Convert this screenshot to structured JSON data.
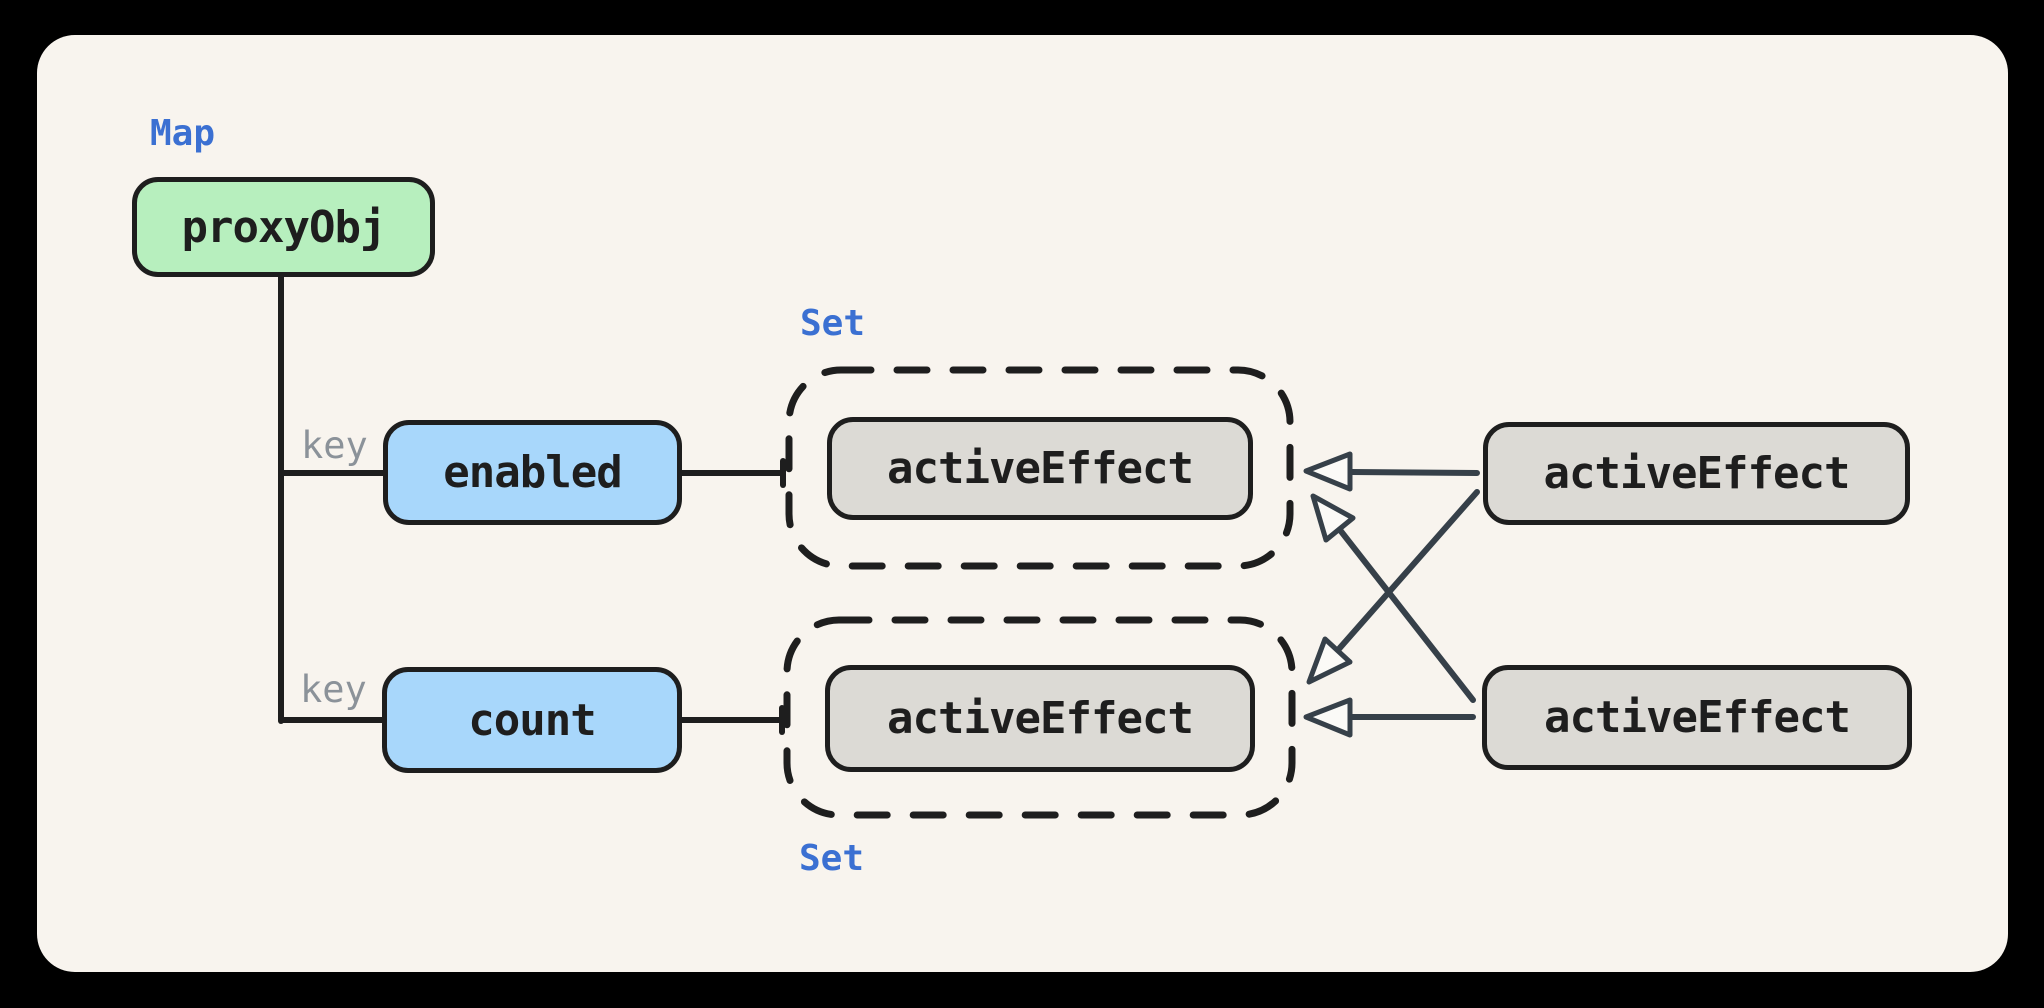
{
  "diagram": {
    "map_label": "Map",
    "set_label_top": "Set",
    "set_label_bottom": "Set",
    "key_label_top": "key",
    "key_label_bottom": "key",
    "nodes": {
      "proxy_obj": {
        "label": "proxyObj",
        "fill": "#b7efbe"
      },
      "key_enabled": {
        "label": "enabled",
        "fill": "#a8d7fb"
      },
      "key_count": {
        "label": "count",
        "fill": "#a8d7fb"
      },
      "dep_effect_top": {
        "label": "activeEffect",
        "fill": "#dcdad5"
      },
      "dep_effect_bottom": {
        "label": "activeEffect",
        "fill": "#dcdad5"
      },
      "effect_top_right": {
        "label": "activeEffect",
        "fill": "#dcdad5"
      },
      "effect_bottom_right": {
        "label": "activeEffect",
        "fill": "#dcdad5"
      }
    },
    "colors": {
      "background_outer": "#000000",
      "background_panel": "#f8f4ee",
      "node_stroke": "#1e1e1e",
      "label_blue": "#3b70d2",
      "label_gray": "#8b9299",
      "arrow_slate": "#364049",
      "arrowhead_fill": "#fbfaf7"
    }
  }
}
